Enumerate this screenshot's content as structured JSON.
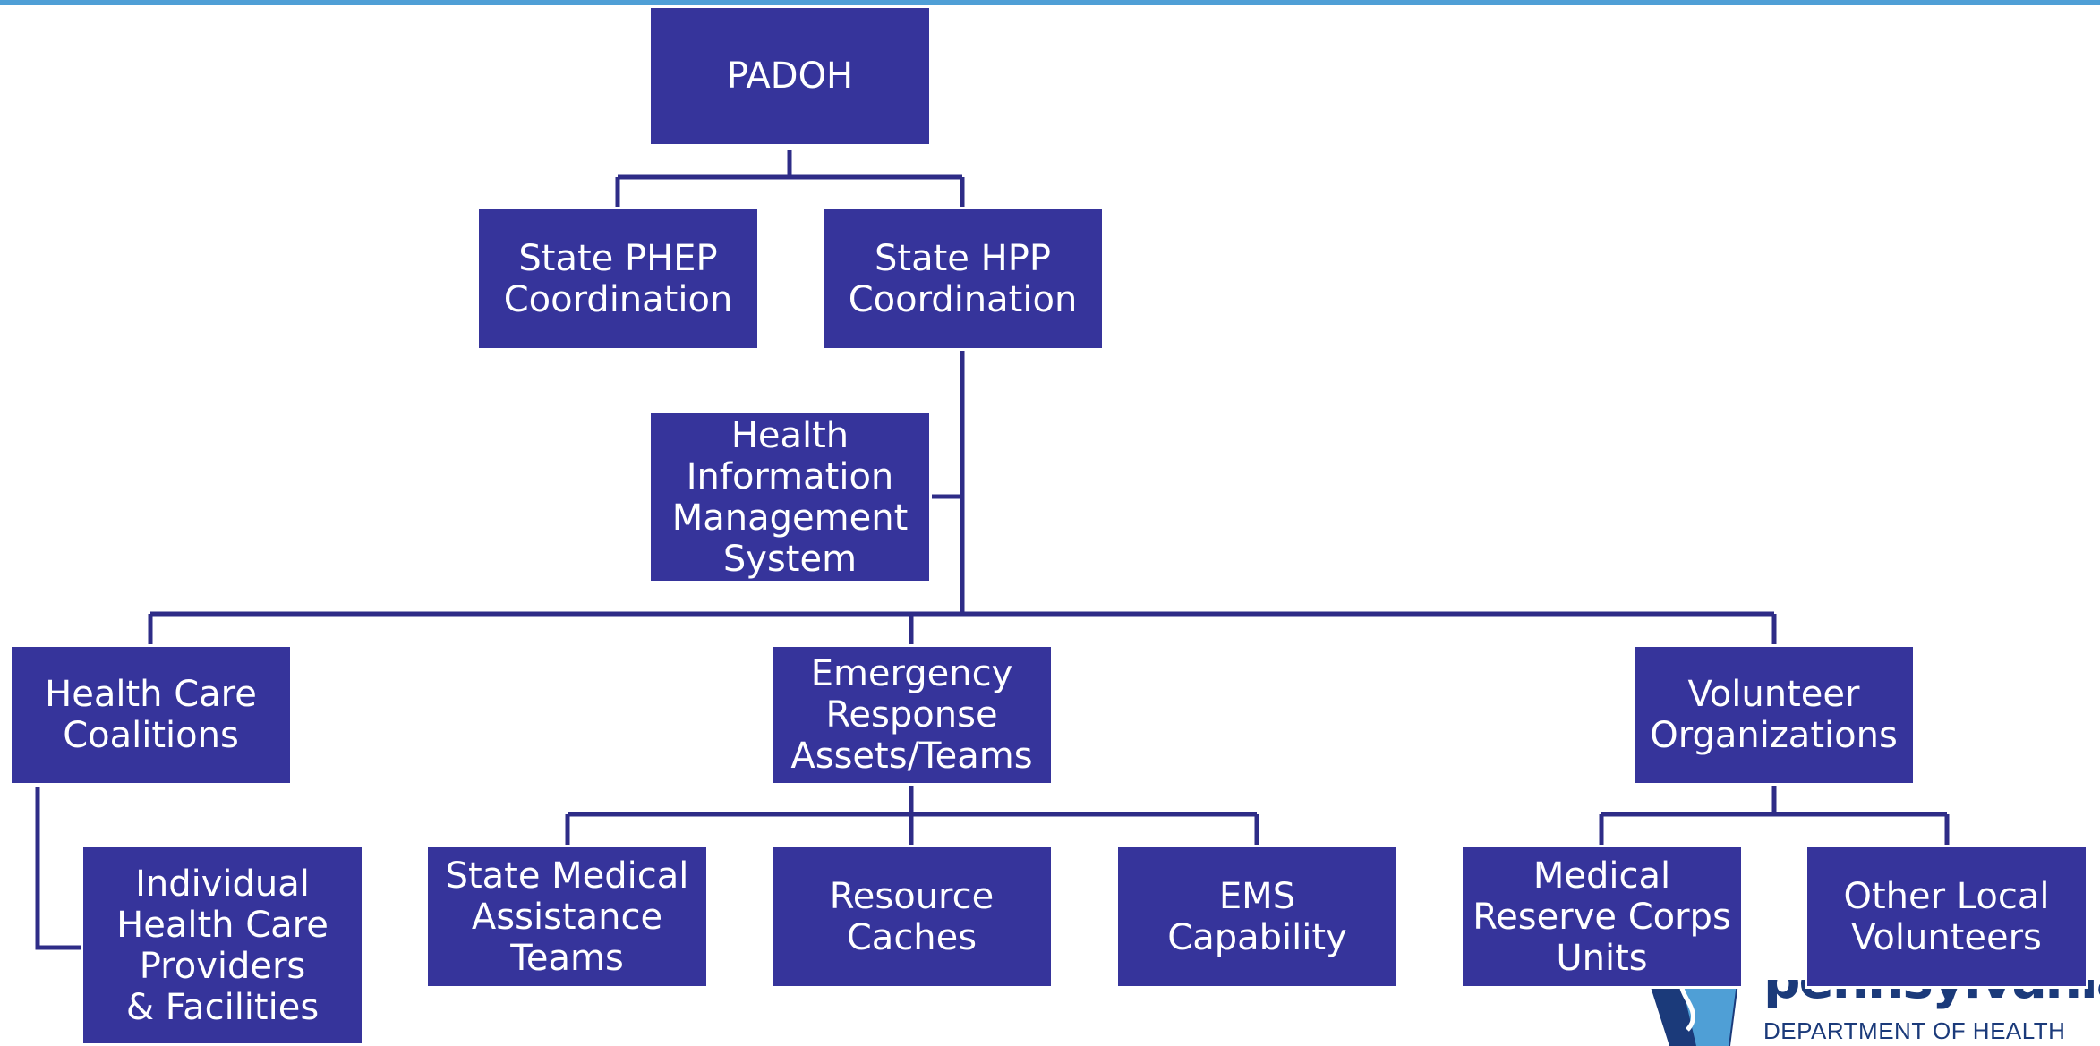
{
  "chart": {
    "nodes": {
      "padoh": "PADOH",
      "state_phep": "State PHEP\nCoordination",
      "state_hpp": "State HPP\nCoordination",
      "himss": "Health\nInformation\nManagement\nSystem",
      "hcc": "Health Care\nCoalitions",
      "erat": "Emergency\nResponse\nAssets/Teams",
      "volunteer_orgs": "Volunteer\nOrganizations",
      "individual_providers": "Individual\nHealth Care\nProviders\n& Facilities",
      "smat": "State Medical\nAssistance\nTeams",
      "resource_caches": "Resource\nCaches",
      "ems": "EMS\nCapability",
      "mrc": "Medical\nReserve Corps\nUnits",
      "other_local": "Other Local\nVolunteers"
    },
    "colors": {
      "box": "#36349b",
      "line": "#2e2c87",
      "accent": "#4f9fd6"
    }
  },
  "logo": {
    "wordmark": "pennsylvania",
    "subtitle": "DEPARTMENT OF HEALTH",
    "icon": "keystone-logo-icon"
  }
}
